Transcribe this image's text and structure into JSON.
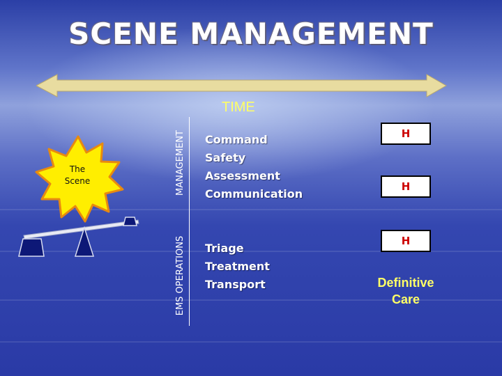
{
  "slide": {
    "title": "SCENE MANAGEMENT",
    "time_label": "TIME",
    "scene_label_line1": "The",
    "scene_label_line2": "Scene",
    "management_label": "MANAGEMENT",
    "ems_label": "EMS OPERATIONS",
    "management_items": [
      "Command",
      "Safety",
      "Assessment",
      "Communication"
    ],
    "ems_items": [
      "Triage",
      "Treatment",
      "Transport"
    ],
    "hospital_boxes": [
      "H",
      "H",
      "H"
    ],
    "definitive_care_line1": "Definitive",
    "definitive_care_line2": "Care"
  },
  "colors": {
    "arrow_fill": "#e8dca0",
    "starburst_fill": "#ffee00",
    "starburst_stroke": "#e88a10",
    "scale_weight": "#0d1877",
    "yellow_text": "#ffff66",
    "h_text": "#cc0000"
  },
  "icons": [
    "double-arrow-icon",
    "starburst-icon",
    "balance-scale-icon"
  ]
}
